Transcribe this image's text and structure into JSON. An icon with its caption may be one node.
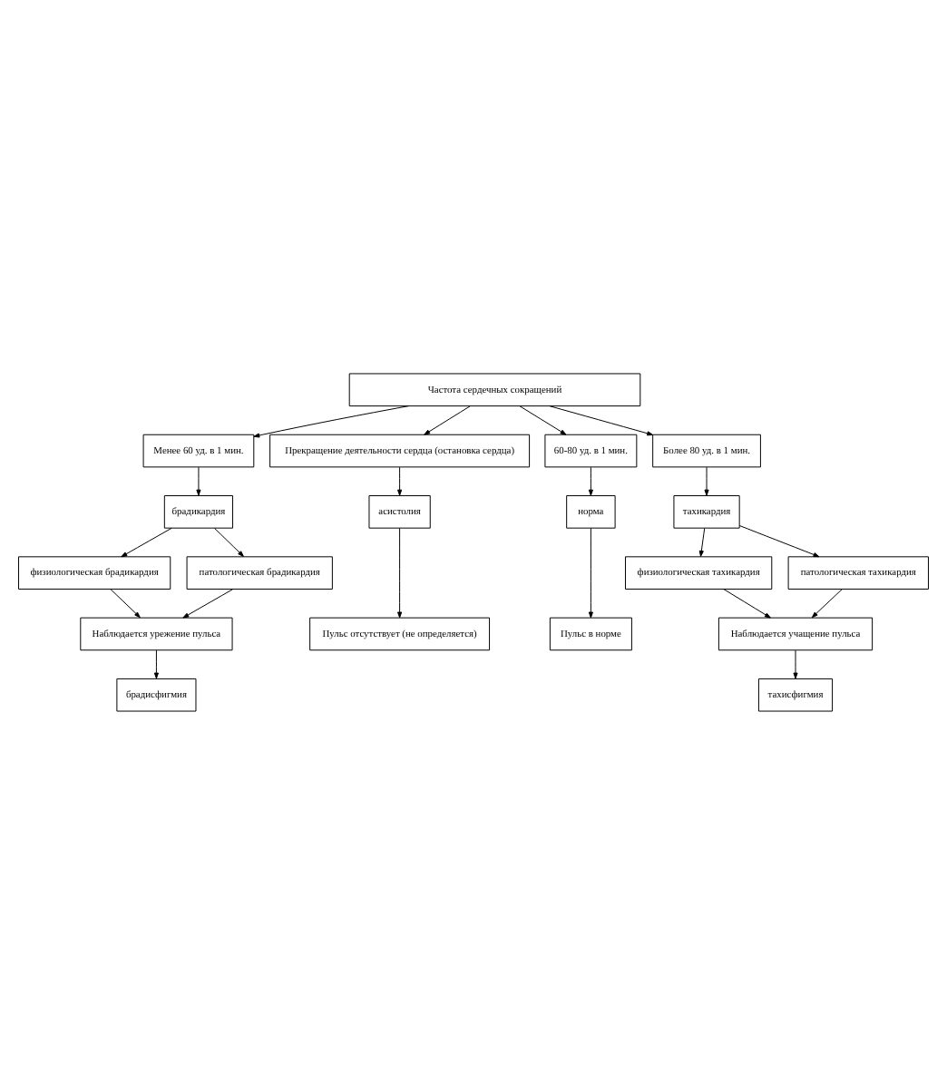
{
  "diagram": {
    "nodes": [
      {
        "text": [
          "Частота сердечных сокращений"
        ]
      },
      {
        "text": [
          "Менее 60 уд. в 1 мин."
        ]
      },
      {
        "text": [
          "Прекращение деятельности сердца (остановка сердца)"
        ]
      },
      {
        "text": [
          "60-80 уд. в 1 мин."
        ]
      },
      {
        "text": [
          "Более 80 уд. в 1 мин."
        ]
      },
      {
        "text": [
          "брадикардия"
        ]
      },
      {
        "text": [
          "асистолия"
        ]
      },
      {
        "text": [
          "норма"
        ]
      },
      {
        "text": [
          "тахикардия"
        ]
      },
      {
        "text": [
          "физиологическая брадикардия"
        ]
      },
      {
        "text": [
          "патологическая брадикардия"
        ]
      },
      {
        "text": [
          "физиологическая тахикардия"
        ]
      },
      {
        "text": [
          "патологическая тахикардия"
        ]
      },
      {
        "text": [
          "Наблюдается урежение пульса"
        ]
      },
      {
        "text": [
          "Пульс отсутствует (не определяется)"
        ]
      },
      {
        "text": [
          "Пульс в норме"
        ]
      },
      {
        "text": [
          "Наблюдается учащение пульса"
        ]
      },
      {
        "text": [
          "брадисфигмия"
        ]
      },
      {
        "text": [
          "тахисфигмия"
        ]
      }
    ],
    "edges": [
      {
        "from": 0,
        "to": 1,
        "arrow": "to"
      },
      {
        "from": 0,
        "to": 2,
        "arrow": "to"
      },
      {
        "from": 0,
        "to": 3,
        "arrow": "to"
      },
      {
        "from": 0,
        "to": 4,
        "arrow": "to"
      },
      {
        "from": 1,
        "to": 5,
        "arrow": "to"
      },
      {
        "from": 2,
        "to": 6,
        "arrow": "to"
      },
      {
        "from": 3,
        "to": 7,
        "arrow": "to"
      },
      {
        "from": 4,
        "to": 8,
        "arrow": "to"
      },
      {
        "from": 5,
        "to": 9,
        "arrow": "to"
      },
      {
        "from": 5,
        "to": 10,
        "arrow": "to"
      },
      {
        "from": 8,
        "to": 11,
        "arrow": "to"
      },
      {
        "from": 8,
        "to": 12,
        "arrow": "to"
      },
      {
        "from": 9,
        "to": 13,
        "arrow": "to"
      },
      {
        "from": 10,
        "to": 13,
        "arrow": "to"
      },
      {
        "from": 6,
        "to": 14,
        "arrow": "to"
      },
      {
        "from": 7,
        "to": 15,
        "arrow": "to"
      },
      {
        "from": 11,
        "to": 16,
        "arrow": "to"
      },
      {
        "from": 12,
        "to": 16,
        "arrow": "to"
      },
      {
        "from": 13,
        "to": 17,
        "arrow": "to"
      },
      {
        "from": 16,
        "to": 18,
        "arrow": "to"
      }
    ]
  }
}
